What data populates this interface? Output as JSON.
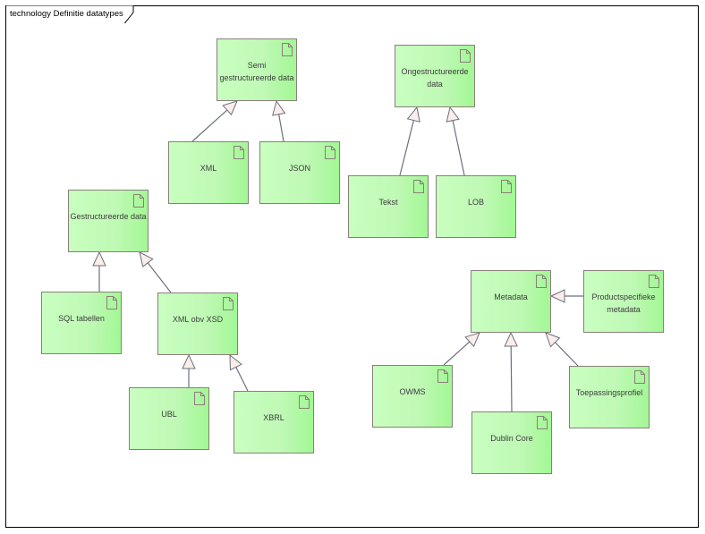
{
  "diagram": {
    "title": "technology Definitie datatypes",
    "colors": {
      "node_fill_light": "#c9ffc0",
      "node_fill_dark": "#a3f795",
      "node_border": "#8a7f7a",
      "connector": "#6b7080",
      "arrowhead_fill": "#fbeee8"
    },
    "nodes": [
      {
        "id": "semi",
        "label": "Semi gestructureerde data",
        "icon": "document-icon"
      },
      {
        "id": "xml",
        "label": "XML",
        "icon": "document-icon"
      },
      {
        "id": "json",
        "label": "JSON",
        "icon": "document-icon"
      },
      {
        "id": "onge",
        "label": "Ongestructureerde data",
        "icon": "document-icon"
      },
      {
        "id": "tekst",
        "label": "Tekst",
        "icon": "document-icon"
      },
      {
        "id": "lob",
        "label": "LOB",
        "icon": "document-icon"
      },
      {
        "id": "gestr",
        "label": "Gestructureerde data",
        "icon": "document-icon"
      },
      {
        "id": "sql",
        "label": "SQL tabellen",
        "icon": "document-icon"
      },
      {
        "id": "xmlxsd",
        "label": "XML obv XSD",
        "icon": "document-icon"
      },
      {
        "id": "ubl",
        "label": "UBL",
        "icon": "document-icon"
      },
      {
        "id": "xbrl",
        "label": "XBRL",
        "icon": "document-icon"
      },
      {
        "id": "meta",
        "label": "Metadata",
        "icon": "document-icon"
      },
      {
        "id": "prod",
        "label": "Productspecifieke metadata",
        "icon": "document-icon"
      },
      {
        "id": "owms",
        "label": "OWMS",
        "icon": "document-icon"
      },
      {
        "id": "dublin",
        "label": "Dublin Core",
        "icon": "document-icon"
      },
      {
        "id": "toep",
        "label": "Toepassingsprofiel",
        "icon": "document-icon"
      }
    ],
    "generalizations": [
      {
        "from": "xml",
        "to": "semi"
      },
      {
        "from": "json",
        "to": "semi"
      },
      {
        "from": "tekst",
        "to": "onge"
      },
      {
        "from": "lob",
        "to": "onge"
      },
      {
        "from": "sql",
        "to": "gestr"
      },
      {
        "from": "xmlxsd",
        "to": "gestr"
      },
      {
        "from": "ubl",
        "to": "xmlxsd"
      },
      {
        "from": "xbrl",
        "to": "xmlxsd"
      },
      {
        "from": "prod",
        "to": "meta"
      },
      {
        "from": "owms",
        "to": "meta"
      },
      {
        "from": "dublin",
        "to": "meta"
      },
      {
        "from": "toep",
        "to": "meta"
      }
    ]
  }
}
